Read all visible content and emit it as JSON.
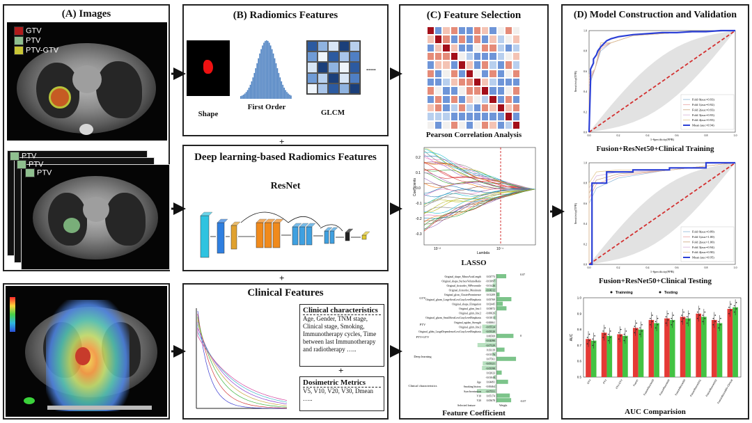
{
  "panels": {
    "a": {
      "title": "(A) Images",
      "legend": [
        "GTV",
        "PTV",
        "PTV-GTV"
      ],
      "legend_colors": [
        "#b01c1c",
        "#8fbf8f",
        "#c9c636"
      ],
      "stack_labels": [
        "PTV",
        "PTV",
        "PTV"
      ]
    },
    "b": {
      "title": "(B) Radiomics Features",
      "items": [
        "Shape",
        "First Order",
        "GLCM"
      ],
      "dots": "....."
    },
    "deep": {
      "title": "Deep learning-based Radiomics Features",
      "net": "ResNet"
    },
    "clinical": {
      "title": "Clinical Features",
      "clin_head": "Clinical characteristics",
      "clin_body": "Age, Gender, TNM stage, Clinical stage, Smoking, Immunotherapy cycles, Time between last Immunotherapy and radiotherapy …..",
      "dos_head": "Dosimetric Metrics",
      "dos_body": "V5, V10, V20, V30, Dmean ….."
    },
    "c": {
      "title": "(C) Feature Selection",
      "pearson": "Pearson Correlation Analysis",
      "lasso": "LASSO",
      "coef": "Feature Coefficient"
    },
    "d": {
      "title": "(D) Model Construction and Validation",
      "roc_train": "Fusion+ResNet50+Clinical Training",
      "roc_test": "Fusion+ResNet50+Clinical Testing",
      "auc": "AUC Comparision"
    }
  },
  "plus": "+",
  "chart_data": [
    {
      "type": "line",
      "title": "Fusion+ResNet50+Clinical Training",
      "xlabel": "1-Specificity(FPR)",
      "ylabel": "Sensitivity(TPR)",
      "xlim": [
        0,
        1
      ],
      "ylim": [
        0,
        1
      ],
      "series": [
        {
          "name": "Fold 0(auc=0.93)",
          "color": "#8fb7d6"
        },
        {
          "name": "Fold 1(auc=0.92)",
          "color": "#e9a3a3"
        },
        {
          "name": "Fold 2(auc=0.93)",
          "color": "#c9a27a"
        },
        {
          "name": "Fold 3(auc=0.93)",
          "color": "#d7b0d7"
        },
        {
          "name": "Fold 4(auc=0.93)",
          "color": "#e1c38a"
        },
        {
          "name": "Mean (auc=0.94)",
          "color": "#2b3fd6",
          "x": [
            0,
            0.01,
            0.01,
            0.03,
            0.03,
            0.05,
            0.06,
            0.08,
            0.1,
            0.12,
            0.15,
            0.2,
            0.25,
            0.3,
            0.4,
            0.5,
            0.6,
            0.7,
            0.8,
            0.9,
            1.0
          ],
          "y": [
            0,
            0.5,
            0.62,
            0.68,
            0.72,
            0.76,
            0.8,
            0.84,
            0.87,
            0.9,
            0.92,
            0.94,
            0.95,
            0.96,
            0.97,
            0.98,
            0.98,
            0.99,
            0.99,
            1.0,
            1.0
          ]
        }
      ]
    },
    {
      "type": "line",
      "title": "Fusion+ResNet50+Clinical Testing",
      "xlabel": "1-Specificity(FPR)",
      "ylabel": "Sensitivity(TPR)",
      "xlim": [
        0,
        1
      ],
      "ylim": [
        0,
        1
      ],
      "series": [
        {
          "name": "Fold 0(auc=0.89)",
          "color": "#8fb7d6"
        },
        {
          "name": "Fold 1(auc=1.00)",
          "color": "#e9a3a3"
        },
        {
          "name": "Fold 2(auc=1.00)",
          "color": "#c9a27a"
        },
        {
          "name": "Fold 3(auc=0.94)",
          "color": "#d7b0d7"
        },
        {
          "name": "Fold 4(auc=0.90)",
          "color": "#e1c38a"
        },
        {
          "name": "Mean (auc=0.95)",
          "color": "#2b3fd6",
          "x": [
            0,
            0.02,
            0.02,
            0.12,
            0.12,
            0.3,
            0.3,
            0.55,
            0.55,
            0.8,
            0.8,
            1.0
          ],
          "y": [
            0,
            0,
            0.8,
            0.8,
            0.91,
            0.91,
            0.93,
            0.93,
            0.95,
            0.95,
            1.0,
            1.0
          ]
        }
      ]
    },
    {
      "type": "bar",
      "title": "AUC Comparision",
      "ylabel": "AUC",
      "ylim": [
        0.5,
        1.0
      ],
      "categories": [
        "GTV",
        "PTV",
        "PTV-GTV",
        "Fusion",
        "FusionResnet18",
        "FusionResnet34",
        "FusionResnet50",
        "FusionResnet101",
        "FusionResnet152",
        "FusionResnet50+Clinical"
      ],
      "series": [
        {
          "name": "Trainning",
          "color": "#e53935",
          "values": [
            0.74,
            0.78,
            0.77,
            0.81,
            0.86,
            0.87,
            0.88,
            0.9,
            0.86,
            0.93
          ]
        },
        {
          "name": "Testing",
          "color": "#43c343",
          "values": [
            0.73,
            0.76,
            0.76,
            0.8,
            0.84,
            0.86,
            0.87,
            0.88,
            0.84,
            0.94
          ]
        }
      ]
    },
    {
      "type": "bar",
      "title": "Feature Coefficient",
      "xlabel": "Selected feature",
      "ylabel": "Weight",
      "features": [
        "Original_shape_MinorAxisLength",
        "Original_shape_SurfaceVolumeRatio",
        "Original_firstorder_90Percentile",
        "Original_firstorder_Maximum",
        "Original_glcm_ClusterProminence",
        "Original_glszm_LargeAreaLowGrayLevelEmphasis",
        "Original_shape_Elongation",
        "Original_glcm_Imc1",
        "Original_glcm_Imc2",
        "Original_glszm_SmallAreaLowGrayLevelEmphasis",
        "Original_ngtdm_Strength",
        "Original_glcm_Imc2",
        "Original_gldm_LargeDependenceLowGrayLevelEmphasis",
        "",
        "",
        "",
        "",
        "",
        "",
        "",
        "",
        "",
        "",
        "Age",
        "Smoking history",
        "Synchronization",
        "V10",
        "V20"
      ],
      "values": [
        0.037727,
        -0.01097,
        -0.01426,
        -0.04312,
        0.012091,
        0.057687,
        0.024451,
        0.038718,
        -0.00626,
        -0.01013,
        -0.00061,
        -0.05524,
        -0.0552,
        0.06569,
        -0.0439,
        -0.07329,
        0.03119,
        -0.01576,
        0.07561,
        -0.05321,
        -0.05598,
        0.02023,
        -0.01049,
        0.04491,
        -0.00464,
        -0.07551,
        0.05174,
        0.05678
      ],
      "ylim": [
        -0.07,
        0.07
      ]
    }
  ],
  "lasso_axes": {
    "ylabel": "Coefficients",
    "xlabel": "Lambda",
    "ticks_x": [
      "10⁻²",
      "10⁻¹"
    ],
    "ticks_y": [
      "0.2",
      "0.1",
      "0.0",
      "-0.1",
      "-0.2",
      "-0.3"
    ]
  },
  "auc_axes": {
    "ticks_y": [
      "1.0",
      "0.9",
      "0.8",
      "0.7",
      "0.6",
      "0.5"
    ],
    "legend": [
      "Trainning",
      "Testing"
    ]
  },
  "coef_groups": [
    "GTV",
    "PTV",
    "PTV-GTV",
    "Deep learning",
    "Clinical characteristics"
  ],
  "coef_ticks": [
    "0.07",
    "0",
    "-0.07"
  ]
}
